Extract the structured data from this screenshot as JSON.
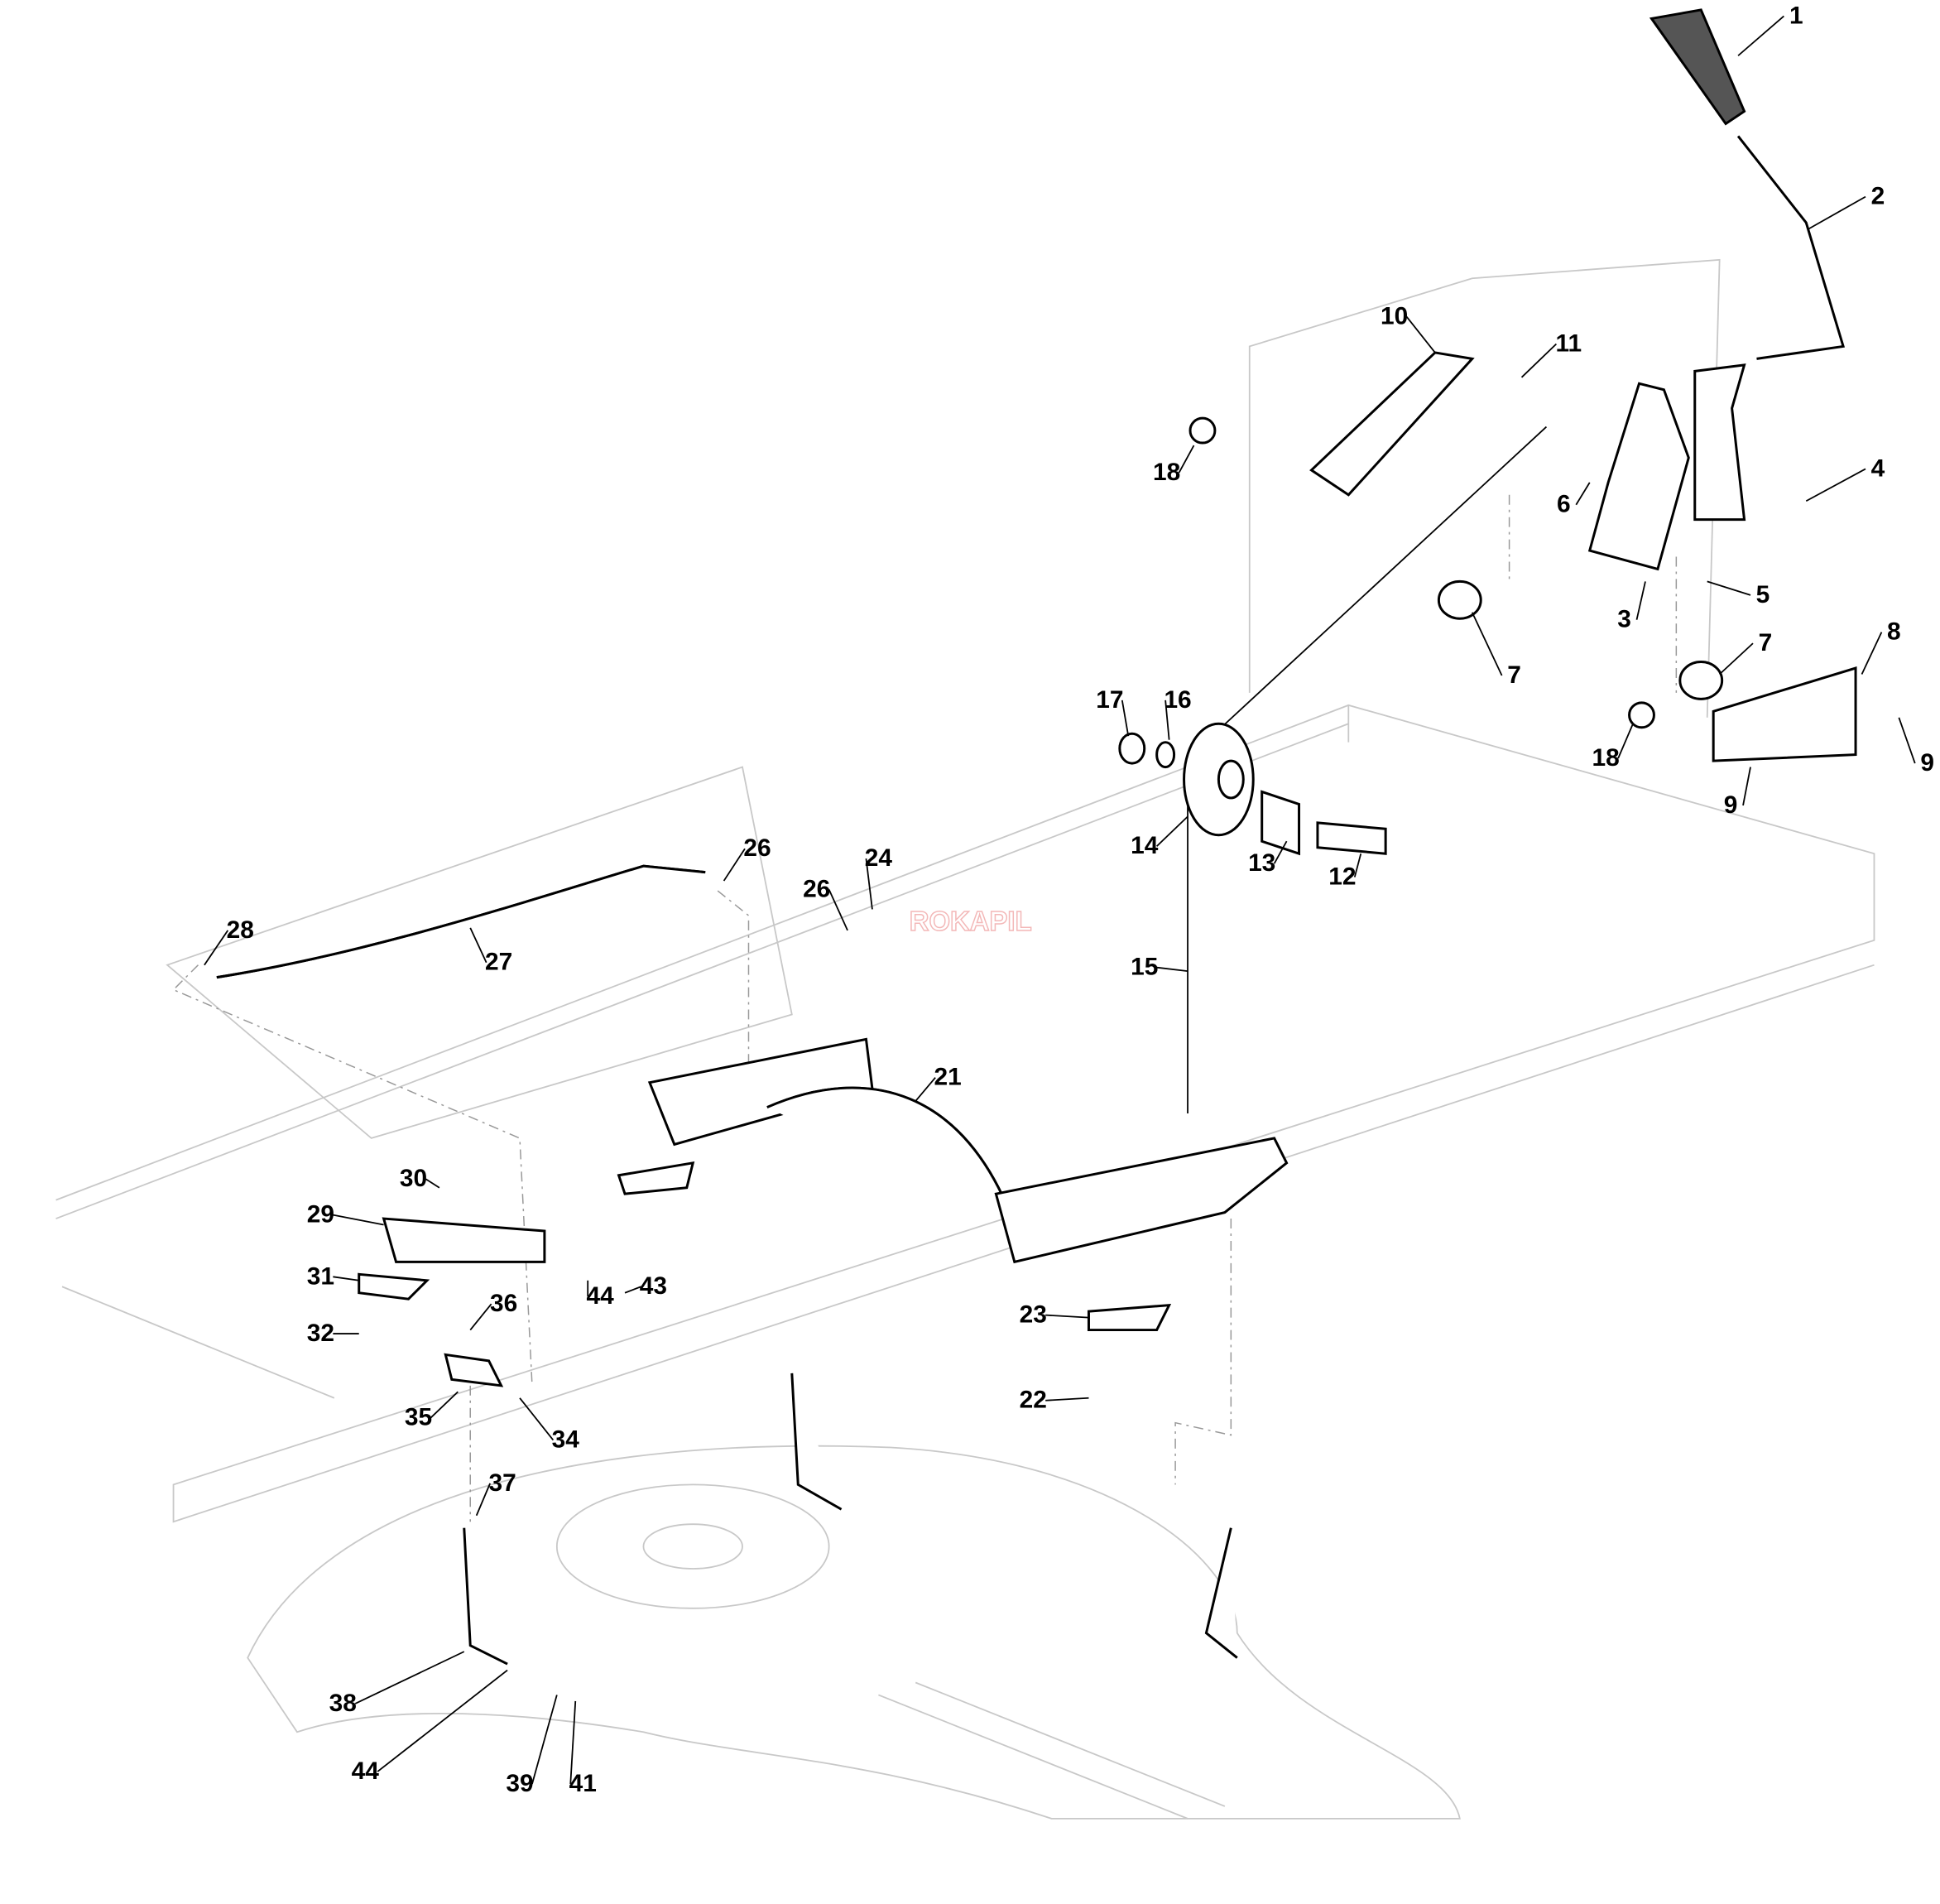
{
  "diagram": {
    "watermark": "ROKAPIL",
    "callouts": [
      "1",
      "2",
      "10",
      "11",
      "18",
      "6",
      "4",
      "5",
      "3",
      "7",
      "7",
      "8",
      "17",
      "16",
      "9",
      "18",
      "9",
      "14",
      "13",
      "12",
      "26",
      "24",
      "26",
      "28",
      "27",
      "15",
      "21",
      "30",
      "29",
      "31",
      "44",
      "43",
      "36",
      "32",
      "23",
      "35",
      "34",
      "22",
      "37",
      "38",
      "44",
      "39",
      "41"
    ],
    "colors": {
      "line": "#000000",
      "background_parts": "#c8c8c8",
      "handle_grip": "#555555"
    }
  }
}
